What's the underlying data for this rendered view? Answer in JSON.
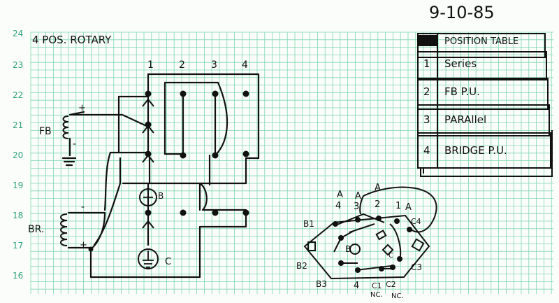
{
  "header": {
    "date": "9-10-85",
    "title": "4 POS. ROTARY"
  },
  "grid": {
    "color": "#7fd6b0",
    "row_numbers": [
      "24",
      "23",
      "22",
      "21",
      "20",
      "19",
      "18",
      "17",
      "16"
    ]
  },
  "switch": {
    "position_labels": [
      "1",
      "2",
      "3",
      "4"
    ],
    "b_label": "B",
    "c_label": "C"
  },
  "pickups": {
    "fb_label": "FB",
    "br_label": "BR.",
    "plus": "+",
    "minus": "-"
  },
  "position_table": {
    "header": "POSITION TABLE",
    "rows": [
      {
        "num": "1",
        "name": "Series"
      },
      {
        "num": "2",
        "name": "FB P.U."
      },
      {
        "num": "3",
        "name": "PARAllel"
      },
      {
        "num": "4",
        "name": "BRIDGE P.U."
      }
    ]
  },
  "wafer": {
    "top_labels": [
      "A",
      "4",
      "A",
      "3",
      "A",
      "2",
      "1",
      "A"
    ],
    "b1": "B1",
    "b2": "B2",
    "b3": "B3",
    "b0": "B",
    "c1": "C1",
    "c2": "C2",
    "c3": "C3",
    "c4": "C4",
    "c_center": "C",
    "bottom_4": "4",
    "nc1": "NC.",
    "nc2": "NC."
  }
}
